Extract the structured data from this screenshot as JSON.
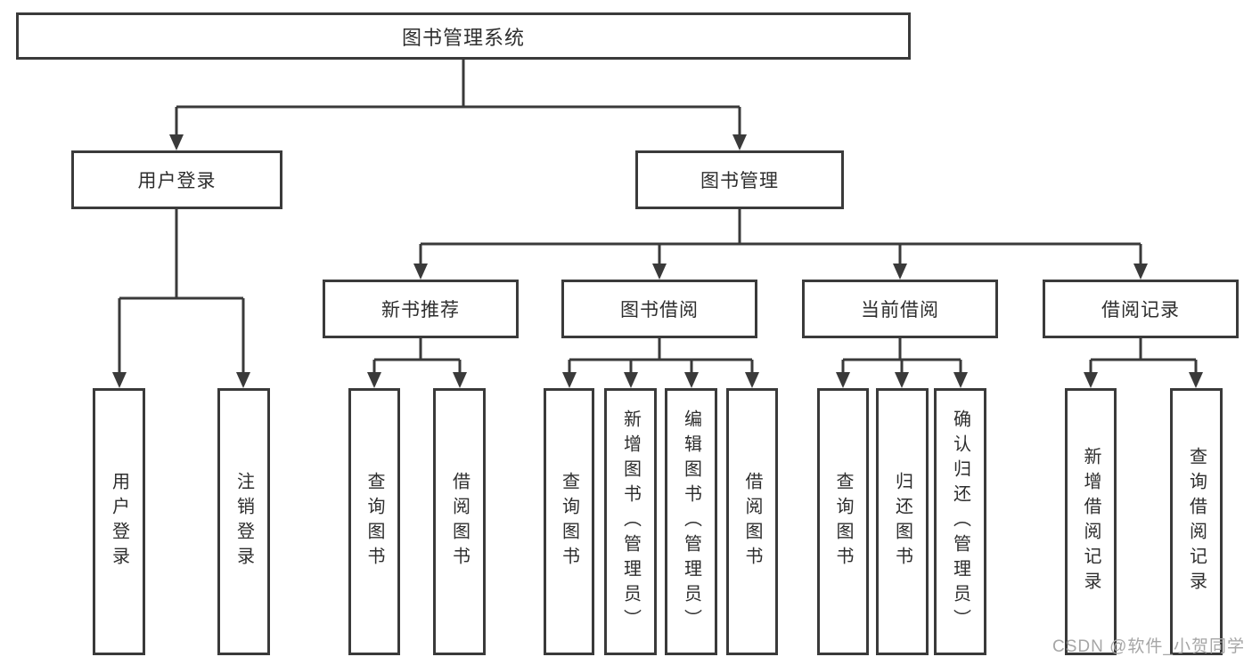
{
  "colors": {
    "line": "#3a3a3a",
    "text": "#2e2e2e",
    "watermark": "#a6a6a6",
    "bg": "#ffffff"
  },
  "root": {
    "label": "图书管理系统"
  },
  "level2": {
    "user_login": {
      "label": "用户登录"
    },
    "book_mgmt": {
      "label": "图书管理"
    }
  },
  "level3": {
    "new_books": {
      "label": "新书推荐"
    },
    "borrowing": {
      "label": "图书借阅"
    },
    "current": {
      "label": "当前借阅"
    },
    "records": {
      "label": "借阅记录"
    }
  },
  "leaves": {
    "user_login": [
      "用户登录",
      "注销登录"
    ],
    "new_books": [
      "查询图书",
      "借阅图书"
    ],
    "borrowing": [
      "查询图书",
      "新增图书（管理员）",
      "编辑图书（管理员）",
      "借阅图书"
    ],
    "current": [
      "查询图书",
      "归还图书",
      "确认归还（管理员）"
    ],
    "records": [
      "新增借阅记录",
      "查询借阅记录"
    ]
  },
  "watermark": "CSDN @软件_小贺同学"
}
